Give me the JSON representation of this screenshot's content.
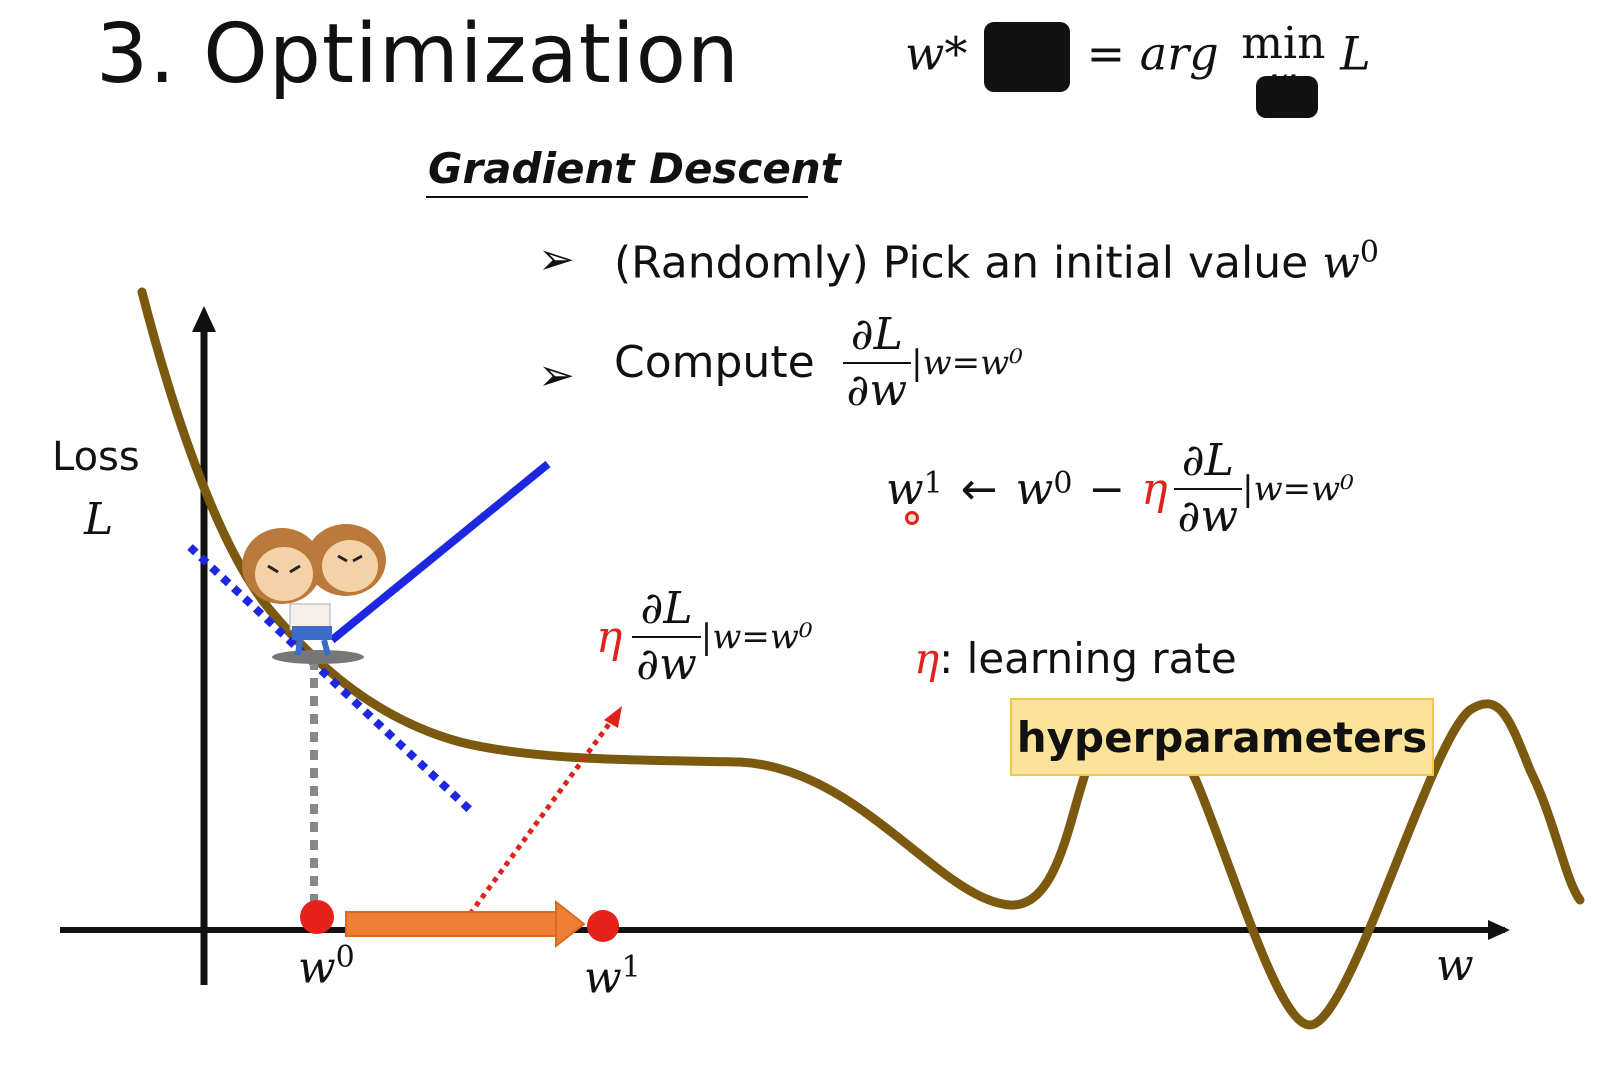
{
  "slide": {
    "title": "3. Optimization",
    "objective": {
      "lhs": "w*",
      "eq": "=",
      "rhs": "arg",
      "min": "min",
      "L": "L",
      "sub": "w"
    },
    "subtitle": "Gradient Descent",
    "bullet1": {
      "marker": "➢",
      "text": "(Randomly) Pick an initial value",
      "var": "w",
      "sup": "0"
    },
    "bullet2": {
      "marker": "➢",
      "text": "Compute",
      "num": "∂L",
      "den": "∂w",
      "eval": "|w=w⁰"
    },
    "update": {
      "lhs": "w",
      "lhs_sup": "1",
      "arrow": "←",
      "w0": "w",
      "w0_sup": "0",
      "minus": "−",
      "eta": "η",
      "num": "∂L",
      "den": "∂w",
      "eval": "|w=w⁰"
    },
    "step": {
      "eta": "η",
      "num": "∂L",
      "den": "∂w",
      "eval": "|w=w⁰"
    },
    "lr": {
      "eta": "η",
      "text": ": learning rate"
    },
    "hyper": "hyperparameters"
  },
  "plot": {
    "y_label_1": "Loss",
    "y_label_2": "L",
    "x_label": "w",
    "w0_label": "w",
    "w0_sup": "0",
    "w1_label": "w",
    "w1_sup": "1"
  },
  "colors": {
    "curve": "#7b5a10",
    "tangent": "#1d27e0",
    "point": "#e8201a",
    "step_arrow": "#ee7f32",
    "dashed_red": "#e0231a",
    "highlight": "#fbe39a"
  },
  "icons": [
    "monkey-mascot-icon",
    "bullet-arrow-icon"
  ]
}
